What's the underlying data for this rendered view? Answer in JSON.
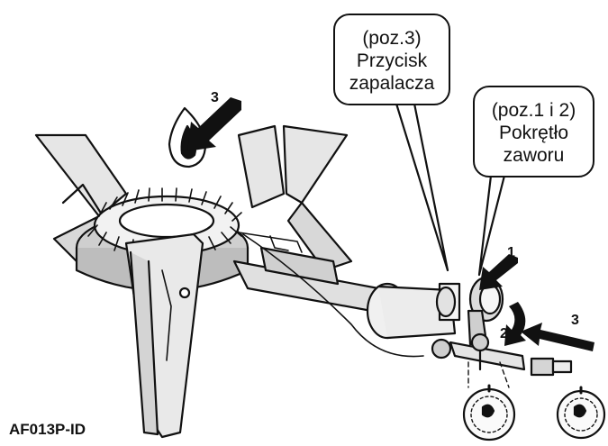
{
  "callouts": {
    "igniter": {
      "line1": "(poz.3)",
      "line2": "Przycisk",
      "line3": "zapalacza"
    },
    "valve": {
      "line1": "(poz.1 i 2)",
      "line2": "Pokrętło",
      "line3": "zaworu"
    }
  },
  "steps": {
    "flame": "3",
    "push": "1",
    "turn": "2",
    "connect": "3"
  },
  "figure_id": "AF013P-ID",
  "icons": [
    "flame-icon",
    "arrow-icon",
    "rotate-arrow-icon",
    "knob-indicator-icon"
  ]
}
